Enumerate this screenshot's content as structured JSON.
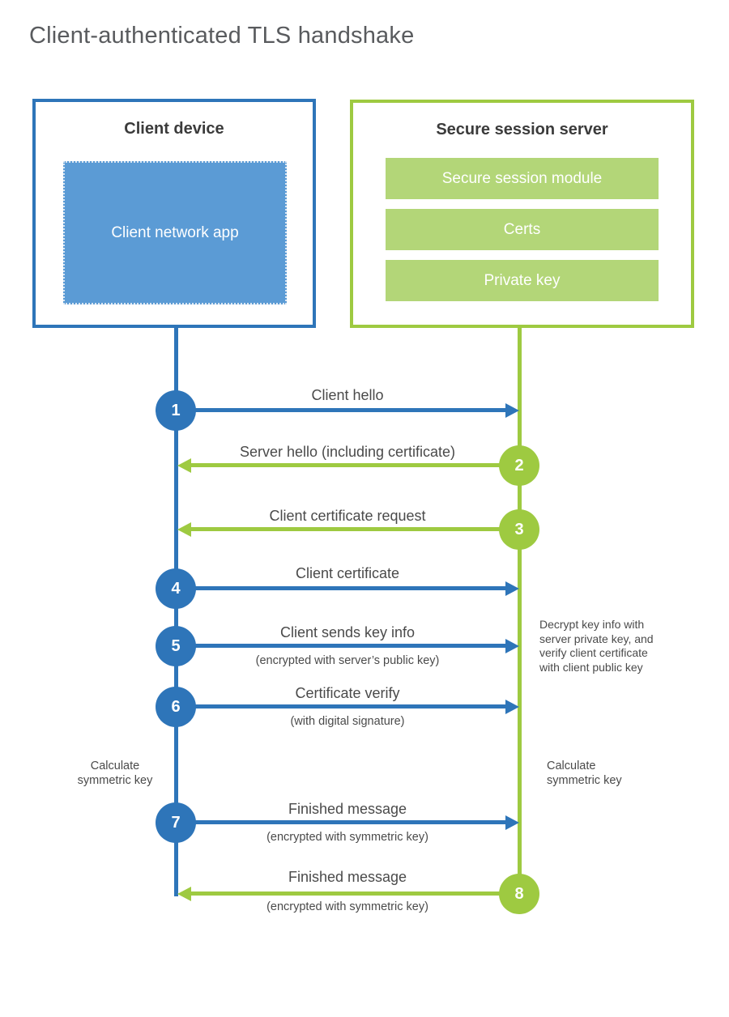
{
  "title": "Client-authenticated TLS handshake",
  "colors": {
    "blue": "#2e75b9",
    "blue_fill": "#5b9bd5",
    "green": "#9eca41",
    "green_fill": "#b3d678",
    "title_gray": "#595b5e",
    "heading_dark": "#3b3b3b",
    "label_gray": "#4a4a4a"
  },
  "client_box": {
    "title": "Client device",
    "app_label": "Client network app"
  },
  "server_box": {
    "title": "Secure session server",
    "modules": [
      "Secure session module",
      "Certs",
      "Private key"
    ]
  },
  "steps": [
    {
      "num": "1",
      "label": "Client hello",
      "direction": "client-to-server"
    },
    {
      "num": "2",
      "label": "Server hello (including certificate)",
      "direction": "server-to-client"
    },
    {
      "num": "3",
      "label": "Client certificate request",
      "direction": "server-to-client"
    },
    {
      "num": "4",
      "label": "Client certificate",
      "direction": "client-to-server"
    },
    {
      "num": "5",
      "label": "Client sends key info",
      "sublabel": "(encrypted with server’s public key)",
      "direction": "client-to-server"
    },
    {
      "num": "6",
      "label": "Certificate verify",
      "sublabel": "(with digital signature)",
      "direction": "client-to-server"
    },
    {
      "num": "7",
      "label": "Finished message",
      "sublabel": "(encrypted with symmetric key)",
      "direction": "client-to-server"
    },
    {
      "num": "8",
      "label": "Finished message",
      "sublabel": "(encrypted with symmetric key)",
      "direction": "server-to-client"
    }
  ],
  "notes": {
    "server_note": "Decrypt key info with server private key, and verify client certificate with client public key",
    "client_calc": "Calculate symmetric key",
    "server_calc": "Calculate symmetric key"
  }
}
